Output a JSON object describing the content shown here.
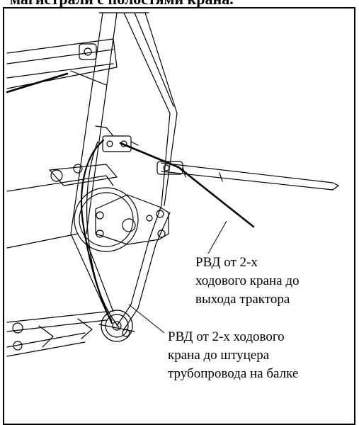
{
  "caption": {
    "text": "магистрали с полостями крана."
  },
  "callouts": [
    {
      "lines": [
        "РВД от 2-х",
        "ходового крана до",
        "выхода трактора"
      ]
    },
    {
      "lines": [
        "РВД от 2-х ходового",
        "крана до штуцера",
        "трубопровода на балке"
      ]
    }
  ]
}
